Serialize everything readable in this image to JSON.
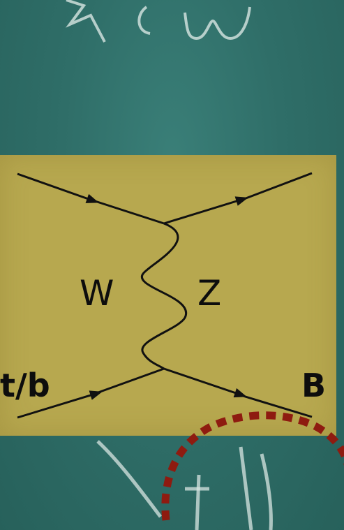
{
  "diagram": {
    "labels": {
      "w": "W",
      "z": "Z",
      "tb": "t/b",
      "b": "B"
    },
    "colors": {
      "board": "#2f6f69",
      "panel": "#b7a84f",
      "lines": "#111111",
      "highlight_circle": "#8e1b10",
      "chalk": "#d8e6e2"
    },
    "annotation": "dashed-circle-highlight"
  }
}
